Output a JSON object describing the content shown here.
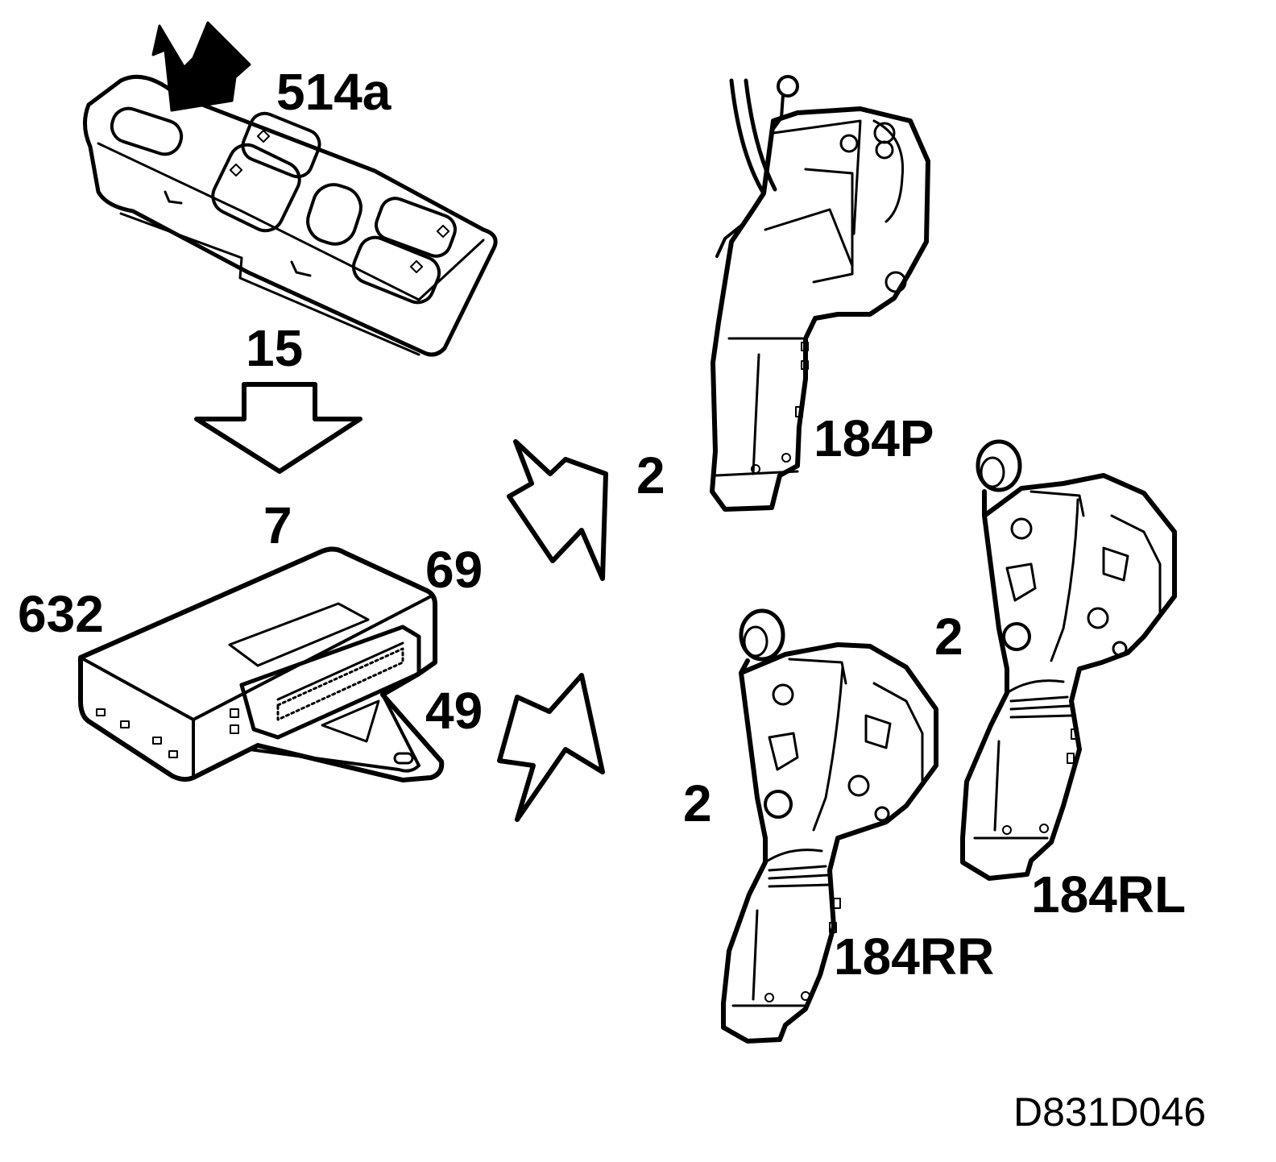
{
  "colors": {
    "ink": "#000000",
    "paper": "#ffffff"
  },
  "labels": {
    "switch_panel": "514a",
    "signal_top": "15",
    "signal_bottom": "7",
    "module": "632",
    "connector_a": "69",
    "connector_b": "49",
    "actuator_front_passenger": "184P",
    "actuator_rear_left": "184RL",
    "actuator_rear_right": "184RR",
    "wire_p": "2",
    "wire_rl": "2",
    "wire_rr": "2"
  },
  "drawing_code": "D831D046",
  "icons": {
    "pointer": "filled-arrow-icon",
    "flow_down": "hollow-down-arrow-icon",
    "flow_upper": "zigzag-arrow-icon",
    "flow_lower": "zigzag-arrow-icon"
  }
}
